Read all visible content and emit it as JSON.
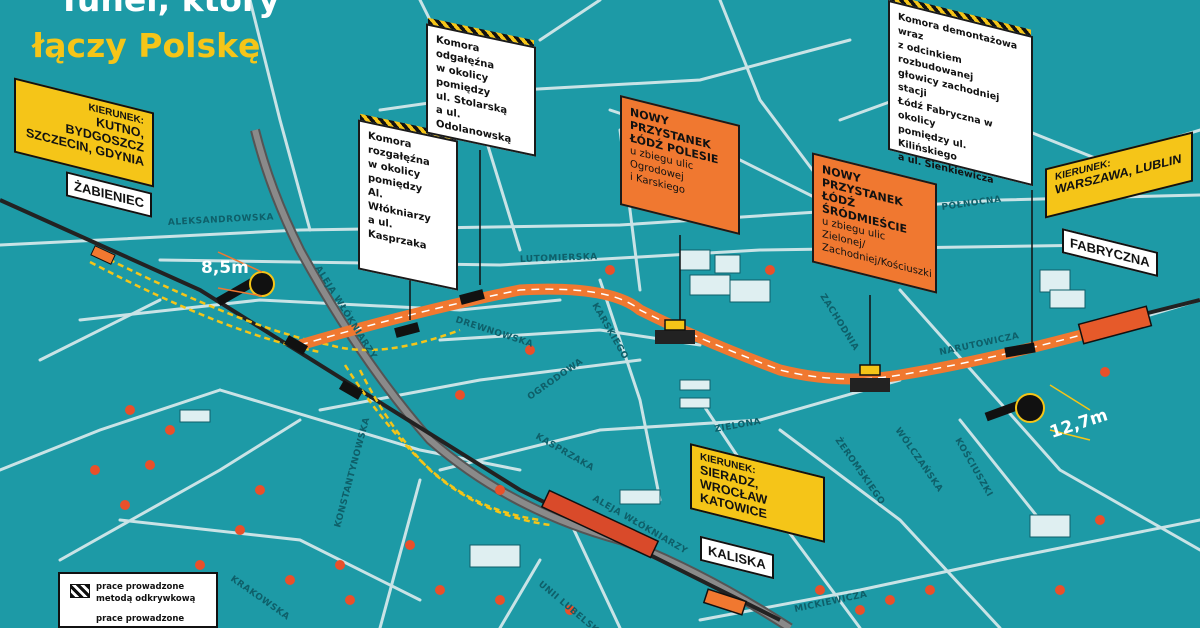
{
  "title": {
    "line1": "Tunel, który",
    "line2": "łączy Polskę"
  },
  "colors": {
    "water": "#1d9aa6",
    "road": "#c9e3e6",
    "tunnel": "#f07830",
    "accent": "#f5c518"
  },
  "streets": {
    "aleksandrowska": "ALEKSANDROWSKA",
    "lutomierska": "LUTOMIERSKA",
    "polnocna": "PÓŁNOCNA",
    "aleja_wlokniarzy_1": "ALEJA WŁÓKNIARZY",
    "aleja_wlokniarzy_2": "ALEJA WŁÓKNIARZY",
    "drewnowska": "DREWNOWSKA",
    "karskiego": "KARSKIEGO",
    "zachodnia": "ZACHODNIA",
    "narutowicza": "NARUTOWICZA",
    "ogrodowa": "OGRODOWA",
    "kasprzaka": "KASPRZAKA",
    "zielona": "ZIELONA",
    "zeromskiego": "ŻEROMSKIEGO",
    "wolczanska": "WÓLCZAŃSKA",
    "kosciuszki": "KOŚCIUSZKI",
    "krakowska": "KRAKOWSKA",
    "konstantynowska": "KONSTANTYNOWSKA",
    "unii_lubelskiej": "UNII LUBELSKIEJ",
    "mickiewicza": "MICKIEWICZA"
  },
  "directions": {
    "north": {
      "label": "KIERUNEK:",
      "text1": "KUTNO, BYDGOSZCZ",
      "text2": "SZCZECIN, GDYNIA"
    },
    "east": {
      "label": "KIERUNEK:",
      "text1": "WARSZAWA, LUBLIN"
    },
    "south": {
      "label": "KIERUNEK:",
      "text1": "SIERADZ, WROCŁAW",
      "text2": "KATOWICE"
    }
  },
  "stations": {
    "zabieniec": "ŻABIENIEC",
    "fabryczna": "FABRYCZNA",
    "kaliska": "KALISKA"
  },
  "signs": {
    "rozgalezna": {
      "l1": "Komora",
      "l2": "rozgałęźna",
      "l3": "w okolicy",
      "l4": "pomiędzy",
      "l5": "Al. Włókniarzy",
      "l6": "a ul. Kasprzaka"
    },
    "odgalezna": {
      "l1": "Komora odgałęźna",
      "l2": "w okolicy pomiędzy",
      "l3": "ul. Stolarską",
      "l4": "a ul. Odolanowską"
    },
    "polesie": {
      "h1": "NOWY PRZYSTANEK",
      "h2": "ŁÓDŹ POLESIE",
      "l1": "u zbiegu ulic Ogrodowej",
      "l2": "i Karskiego"
    },
    "srodmiescie": {
      "h1": "NOWY PRZYSTANEK",
      "h2": "ŁÓDŹ ŚRÓDMIEŚCIE",
      "l1": "u zbiegu ulic Zielonej/",
      "l2": "Zachodniej/Kościuszki"
    },
    "demontazowa": {
      "l1": "Komora demontażowa wraz",
      "l2": "z odcinkiem rozbudowanej",
      "l3": "głowicy zachodniej stacji",
      "l4": "Łódź Fabryczna w okolicy",
      "l5": "pomiędzy ul. Kilińskiego",
      "l6": "a ul. Sienkiewicza"
    }
  },
  "dimensions": {
    "small": "8,5m",
    "large": "12,7m"
  },
  "legend": {
    "item1_l1": "prace prowadzone",
    "item1_l2": "metodą odkrywkową",
    "item2_l1": "prace prowadzone"
  }
}
